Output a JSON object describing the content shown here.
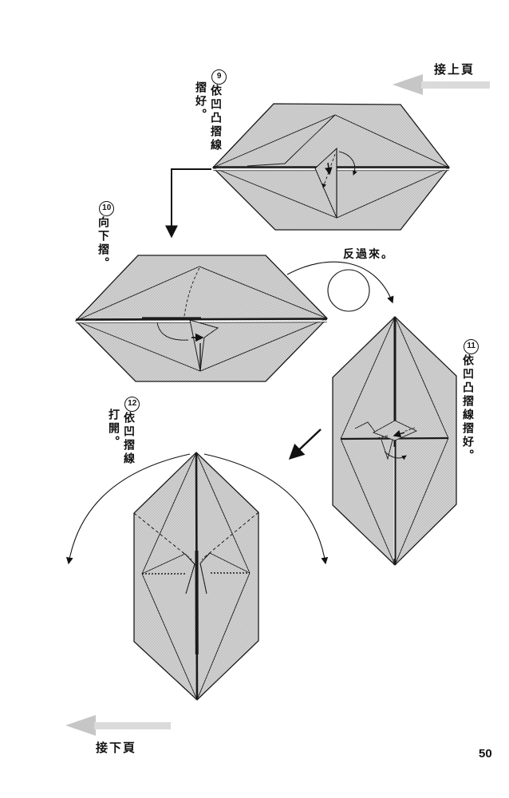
{
  "nav": {
    "prev_label": "接上頁",
    "next_label": "接下頁"
  },
  "turn_note": "反過來。",
  "steps": [
    {
      "num": "9",
      "line1": "依凹凸摺線",
      "line2": "摺好。"
    },
    {
      "num": "10",
      "line1": "向下摺。",
      "line2": ""
    },
    {
      "num": "11",
      "line1": "依凹凸摺線摺好。",
      "line2": ""
    },
    {
      "num": "12",
      "line1": "依凹摺線",
      "line2": "打開。"
    }
  ],
  "page": {
    "number": "50"
  },
  "icons": {
    "prev_arrow": "left-arrow",
    "next_arrow": "left-arrow",
    "turn_over": "flip-over-arrow",
    "fold_down": "elbow-down-arrow"
  },
  "colors": {
    "line": "#1a1a1a",
    "halftone_dot": "#a8a8a8",
    "halftone_bg": "#ececec",
    "nav_arrow": "#c6c6c6",
    "paper": "#ffffff"
  }
}
